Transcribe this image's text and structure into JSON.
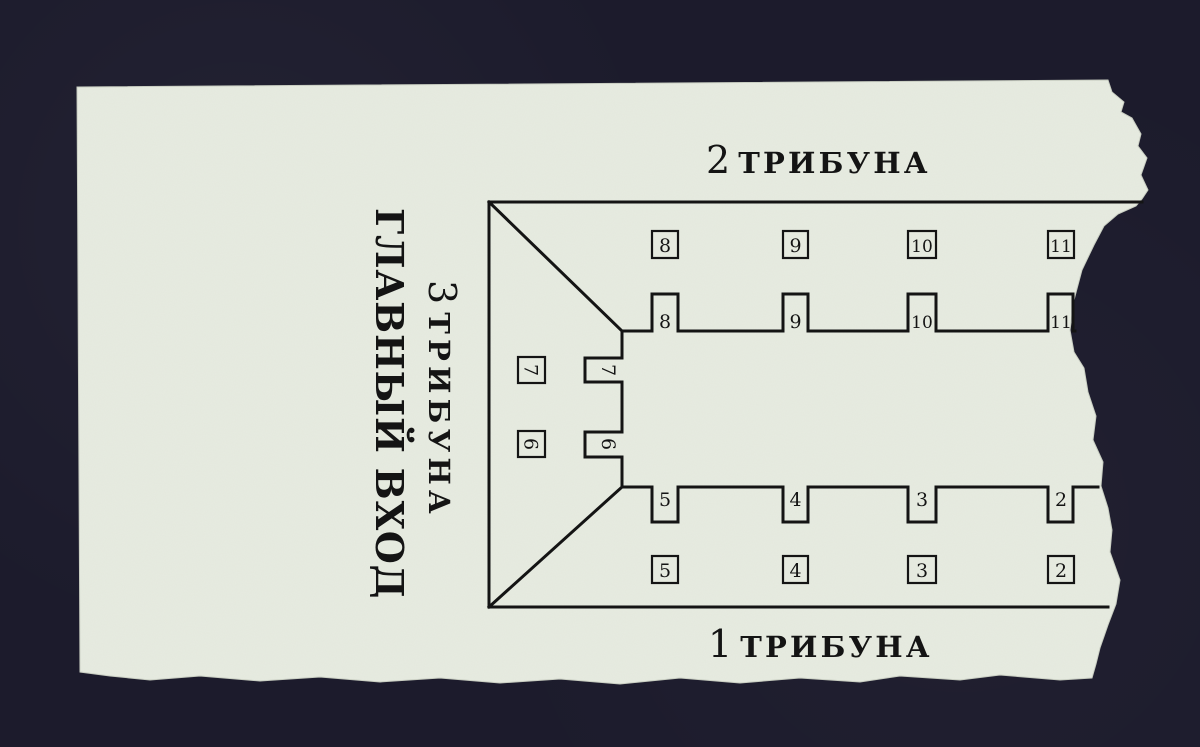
{
  "stands": {
    "top": {
      "number": "2",
      "word": "ТРИБУНА"
    },
    "bottom": {
      "number": "1",
      "word": "ТРИБУНА"
    },
    "left": {
      "number": "3",
      "word": "ТРИБУНА"
    }
  },
  "main_entrance": "ГЛАВНЫЙ ВХОД",
  "sectors": {
    "top_row": [
      "8",
      "9",
      "10",
      "11"
    ],
    "bottom_row": [
      "5",
      "4",
      "3",
      "2"
    ],
    "left_column": [
      "7",
      "6"
    ]
  },
  "colors": {
    "paper": "#e6ebe0",
    "ink": "#141414",
    "background": "#1c1b2c"
  }
}
